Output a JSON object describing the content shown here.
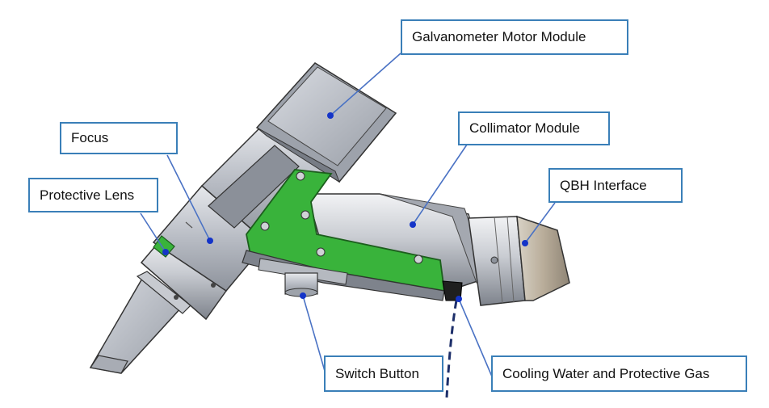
{
  "labels": {
    "galvanometer": "Galvanometer Motor Module",
    "collimator": "Collimator Module",
    "focus": "Focus",
    "protective_lens": "Protective Lens",
    "qbh": "QBH Interface",
    "switch": "Switch Button",
    "cooling": "Cooling Water and Protective Gas"
  },
  "colors": {
    "callout_border": "#3a7fb8",
    "leader_line": "#4a72c4",
    "anchor_dot": "#1434c8",
    "body_metal": "#b8bcc4",
    "green_panel": "#39b33b",
    "cable": "#1d2f6a"
  }
}
